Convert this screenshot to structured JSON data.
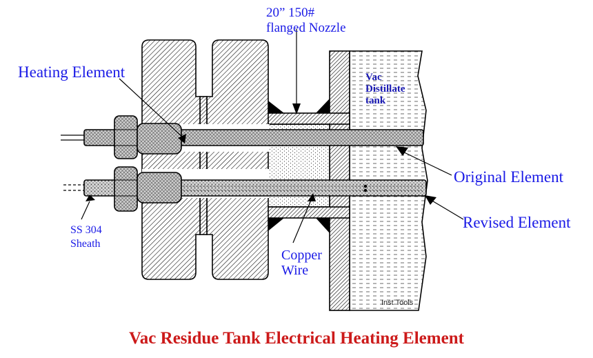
{
  "labels": {
    "nozzle_line1": "20” 150#",
    "nozzle_line2": "flanged Nozzle",
    "heating_element": "Heating Element",
    "vac_line1": "Vac",
    "vac_line2": "Distillate",
    "vac_line3": "tank",
    "original_element": "Original Element",
    "revised_element": "Revised Element",
    "sheath_line1": "SS 304",
    "sheath_line2": "Sheath",
    "copper_line1": "Copper",
    "copper_line2": "Wire",
    "watermark": "Inst Tools"
  },
  "title": "Vac Residue Tank Electrical Heating Element",
  "colors": {
    "label_blue": "#1a1ae6",
    "title_red": "#cc1a1a"
  }
}
